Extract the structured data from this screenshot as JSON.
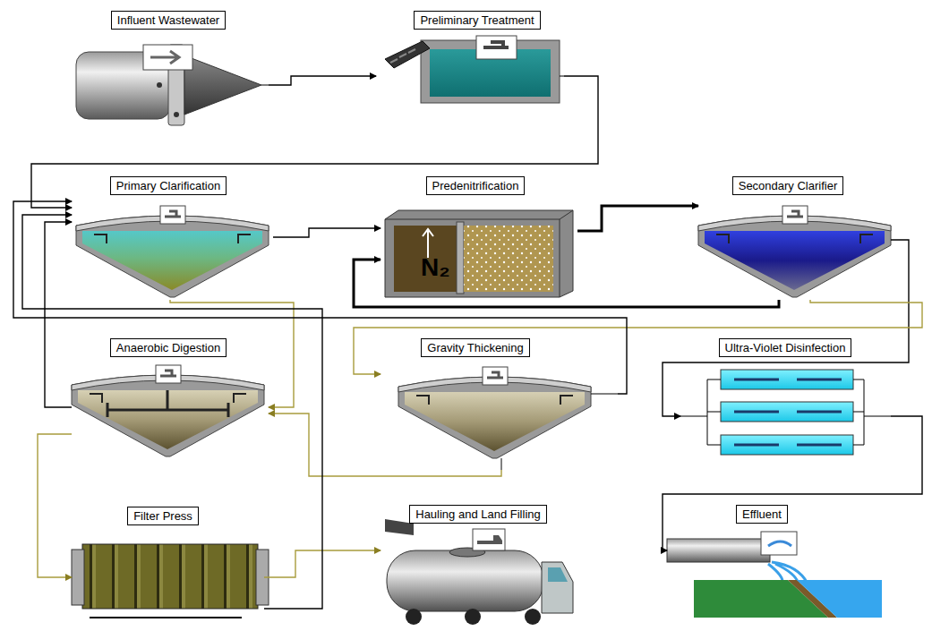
{
  "diagram": {
    "nodes": [
      {
        "text": [
          "Influent Wastewater"
        ]
      },
      {
        "text": [
          "Preliminary Treatment"
        ]
      },
      {
        "text": [
          "Primary Clarification"
        ]
      },
      {
        "text": [
          "Predenitrification"
        ]
      },
      {
        "text": [
          "Secondary Clarifier"
        ]
      },
      {
        "text": [
          "Anaerobic Digestion"
        ]
      },
      {
        "text": [
          "Gravity Thickening"
        ]
      },
      {
        "text": [
          "Ultra-Violet Disinfection"
        ]
      },
      {
        "text": [
          "Filter Press"
        ]
      },
      {
        "text": [
          "Hauling and Land Filling"
        ]
      },
      {
        "text": [
          "Effluent"
        ]
      }
    ],
    "edges": [
      {
        "from": 0,
        "to": 1,
        "arrow": "to"
      },
      {
        "from": 1,
        "to": 2,
        "arrow": "to"
      },
      {
        "from": 2,
        "to": 3,
        "arrow": "to"
      },
      {
        "from": 3,
        "to": 4,
        "arrow": "to"
      },
      {
        "from": 4,
        "to": 3,
        "arrow": "to"
      },
      {
        "from": 4,
        "to": 7,
        "arrow": "to"
      },
      {
        "from": 4,
        "to": 6,
        "arrow": "to"
      },
      {
        "from": 7,
        "to": 10,
        "arrow": "to"
      },
      {
        "from": 2,
        "to": 5,
        "arrow": "to"
      },
      {
        "from": 6,
        "to": 5,
        "arrow": "to"
      },
      {
        "from": 6,
        "to": 2,
        "arrow": "to"
      },
      {
        "from": 5,
        "to": 8,
        "arrow": "to"
      },
      {
        "from": 8,
        "to": 9,
        "arrow": "to"
      },
      {
        "from": 8,
        "to": 2,
        "arrow": "to"
      },
      {
        "from": 5,
        "to": 2,
        "arrow": "to"
      }
    ],
    "labels": [
      "N₂"
    ]
  }
}
